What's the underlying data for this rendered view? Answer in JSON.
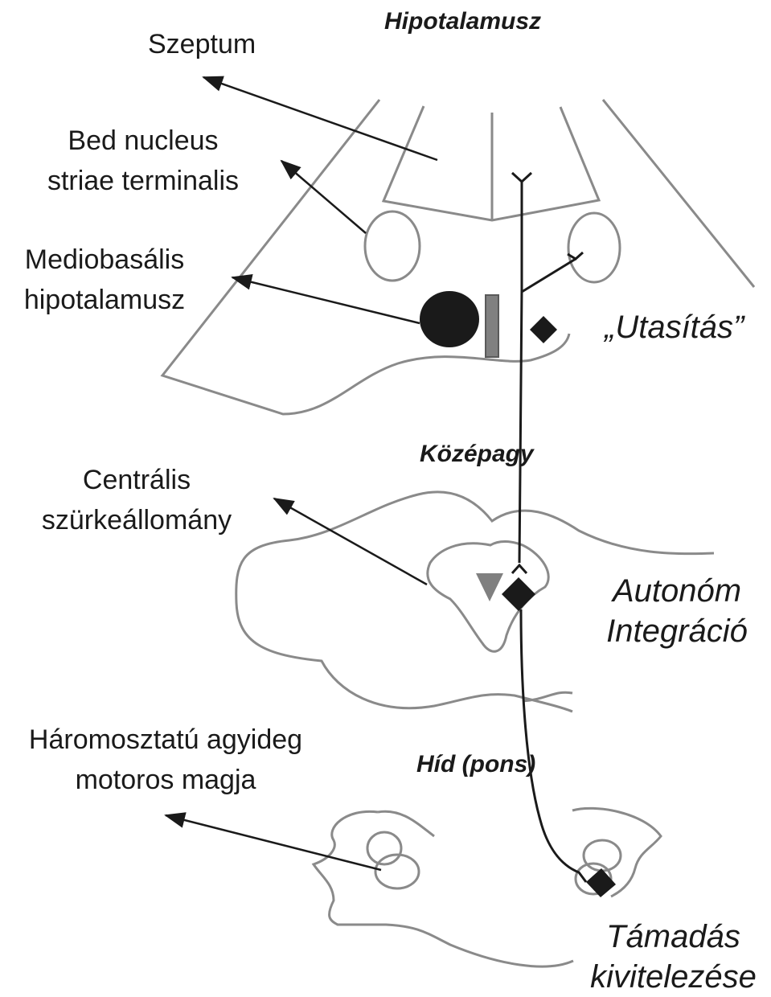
{
  "regions": {
    "hypothalamus": "Hipotalamusz",
    "midbrain": "Középagy",
    "pons": "Híd (pons)"
  },
  "structures": {
    "septum": "Szeptum",
    "bnst_line1": "Bed nucleus",
    "bnst_line2": "striae terminalis",
    "mbh_line1": "Mediobasális",
    "mbh_line2": "hipotalamusz",
    "pag_line1": "Centrális",
    "pag_line2": "szürkeállomány",
    "trigeminal_line1": "Háromosztatú agyideg",
    "trigeminal_line2": "motoros magja"
  },
  "stages": {
    "command": "„Utasítás”",
    "autonomic_line1": "Autonóm",
    "autonomic_line2": "Integráció",
    "execution_line1": "Támadás",
    "execution_line2": "kivitelezése"
  },
  "colors": {
    "outline": "#8a8a8a",
    "arrow": "#1a1a1a",
    "nucleus": "#1a1a1a",
    "gray_marker": "#808080"
  }
}
